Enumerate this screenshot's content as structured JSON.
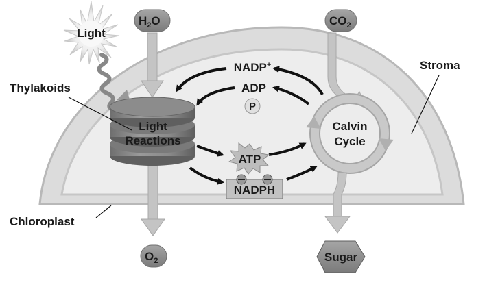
{
  "diagram": {
    "light": "Light",
    "water": {
      "main": "H",
      "sub": "2",
      "tail": "O"
    },
    "co2": {
      "main": "CO",
      "sub": "2"
    },
    "o2": {
      "main": "O",
      "sub": "2"
    },
    "stroma": "Stroma",
    "thylakoids": "Thylakoids",
    "chloroplast": "Chloroplast",
    "light_reactions": [
      "Light",
      "Reactions"
    ],
    "calvin_cycle": [
      "Calvin",
      "Cycle"
    ],
    "nadp": {
      "main": "NADP",
      "sup": "+"
    },
    "adp": "ADP",
    "phosphate": "P",
    "atp": "ATP",
    "nadph": "NADPH",
    "sugar": "Sugar"
  }
}
